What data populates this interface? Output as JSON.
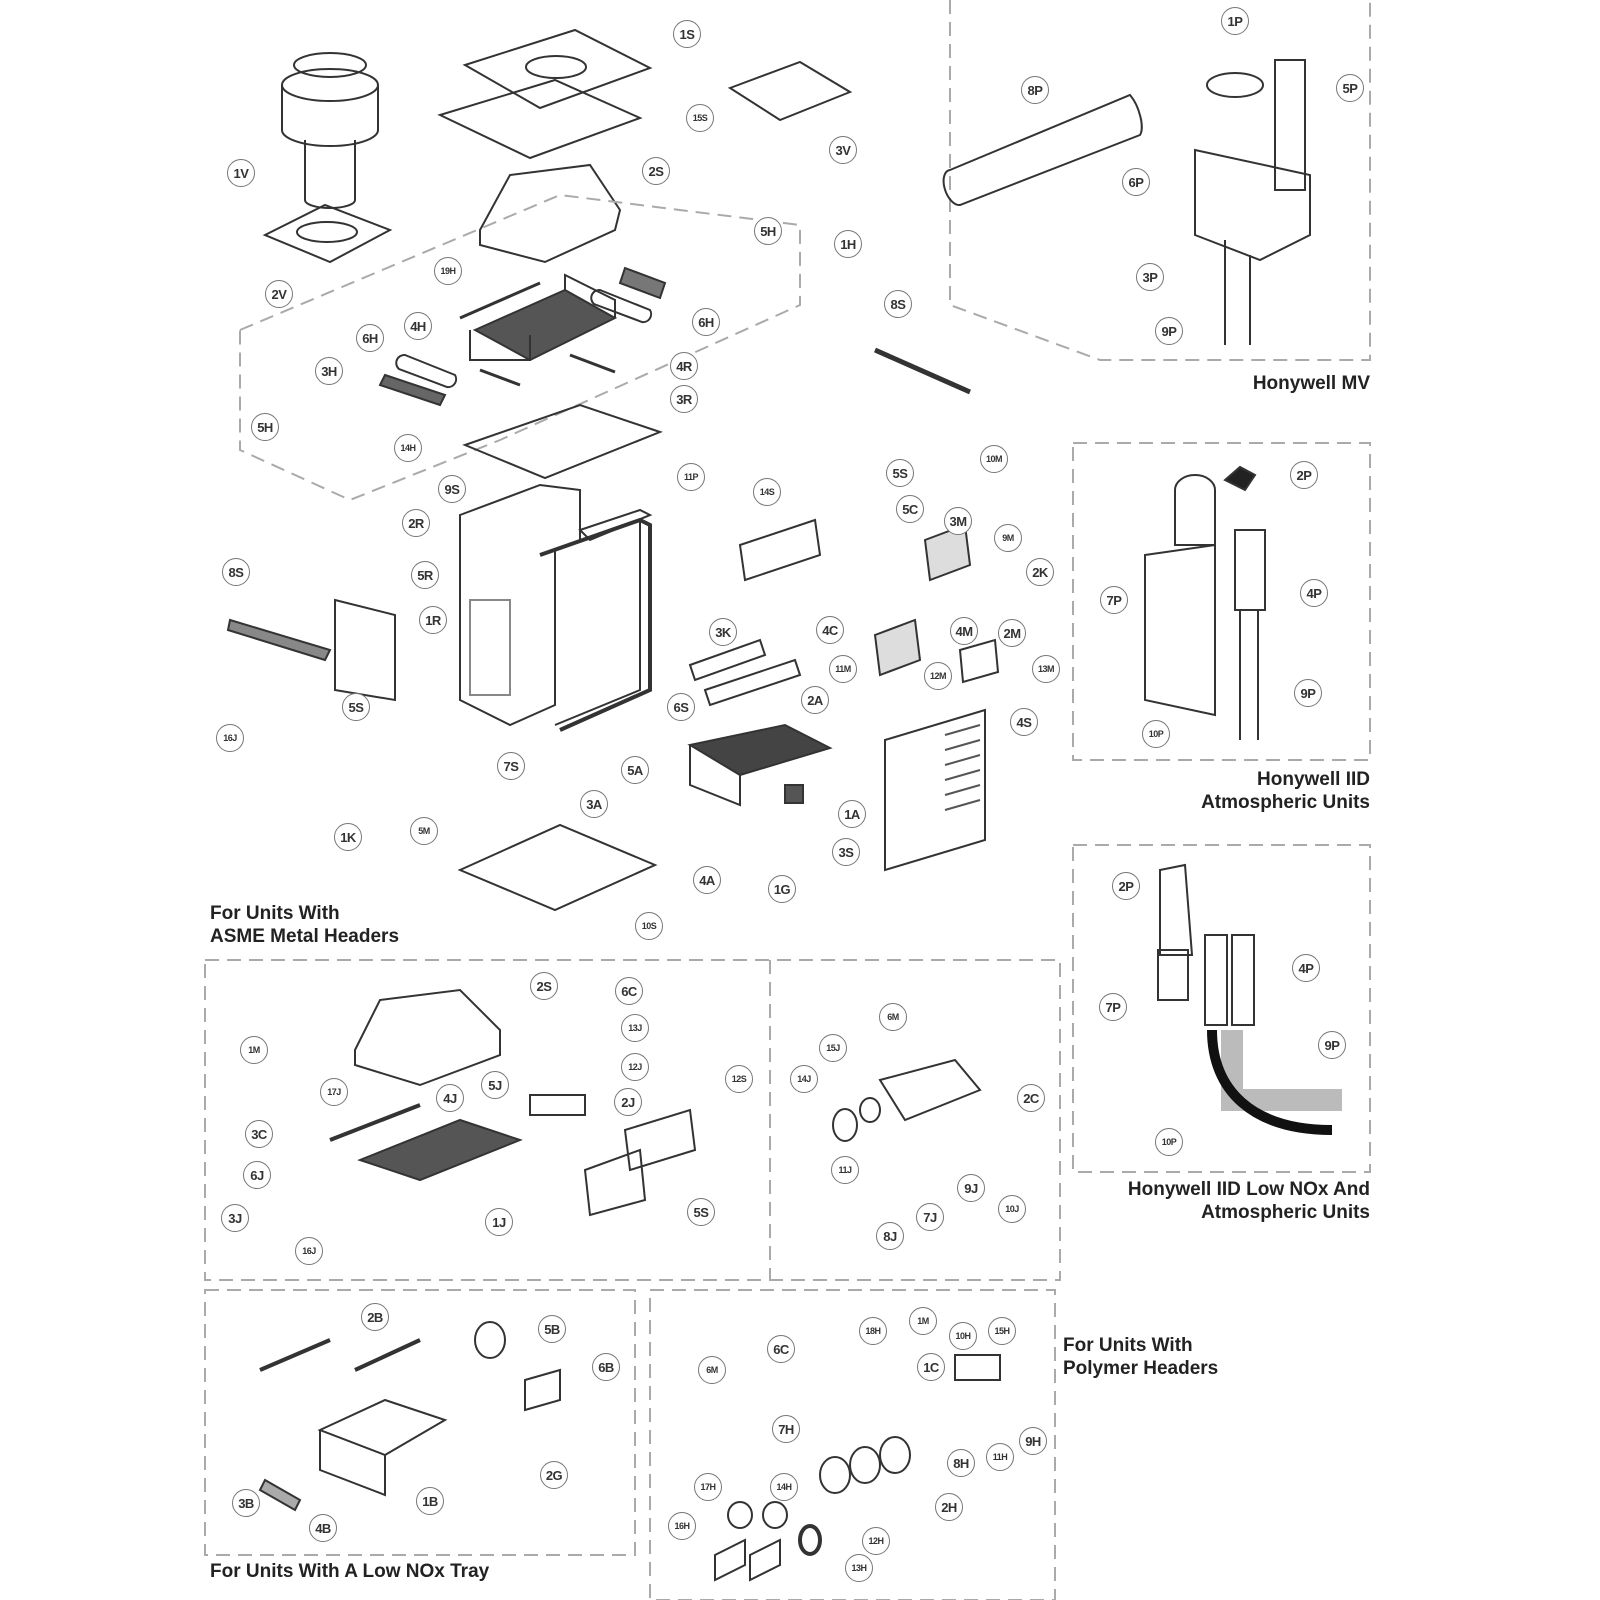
{
  "title": "Heater Exploded Parts Diagram",
  "sections": {
    "main_assembly": {
      "caption_line1": "For Units With",
      "caption_line2": "ASME Metal Headers"
    },
    "honywell_mv": {
      "caption": "Honywell MV"
    },
    "honywell_iid_atm": {
      "caption_line1": "Honywell IID",
      "caption_line2": "Atmospheric Units"
    },
    "honywell_iid_lownox": {
      "caption_line1": "Honywell IID Low NOx And",
      "caption_line2": "Atmospheric Units"
    },
    "low_nox_tray": {
      "caption": "For Units With A Low NOx Tray"
    },
    "polymer_headers": {
      "caption_line1": "For Units With",
      "caption_line2": "Polymer Headers"
    }
  },
  "callouts": {
    "main": [
      "1S",
      "15S",
      "3V",
      "1V",
      "2S",
      "2V",
      "5H",
      "1H",
      "19H",
      "4H",
      "6H",
      "6H",
      "3H",
      "4R",
      "5H",
      "14H",
      "3R",
      "8S",
      "9S",
      "11P",
      "5S",
      "14S",
      "10M",
      "2R",
      "5C",
      "3M",
      "9M",
      "5R",
      "2K",
      "1R",
      "8S",
      "3K",
      "4C",
      "4M",
      "2M",
      "5S",
      "11M",
      "13M",
      "12M",
      "6S",
      "2A",
      "16J",
      "7S",
      "4S",
      "5A",
      "1A",
      "1K",
      "5M",
      "3A",
      "3S",
      "4A",
      "1G",
      "10S"
    ],
    "honywell_mv": [
      "1P",
      "8P",
      "5P",
      "6P",
      "3P",
      "9P"
    ],
    "honywell_iid_atm": [
      "2P",
      "7P",
      "4P",
      "9P",
      "10P"
    ],
    "honywell_iid_lownox": [
      "2P",
      "4P",
      "7P",
      "9P",
      "10P"
    ],
    "asme_headers": [
      "2S",
      "6C",
      "13J",
      "12J",
      "1M",
      "17J",
      "4J",
      "5J",
      "2J",
      "12S",
      "3C",
      "6J",
      "3J",
      "1J",
      "5S",
      "16J"
    ],
    "manifold": [
      "6M",
      "15J",
      "14J",
      "2C",
      "11J",
      "9J",
      "7J",
      "10J",
      "8J"
    ],
    "low_nox_tray": [
      "2B",
      "5B",
      "6B",
      "2G",
      "3B",
      "1B",
      "4B"
    ],
    "polymer_headers": [
      "1M",
      "18H",
      "10H",
      "15H",
      "6C",
      "1C",
      "6M",
      "7H",
      "9H",
      "8H",
      "11H",
      "17H",
      "14H",
      "2H",
      "16H",
      "12H",
      "13H"
    ]
  }
}
